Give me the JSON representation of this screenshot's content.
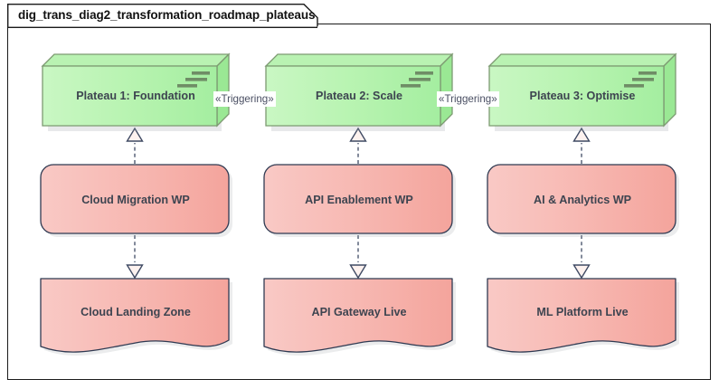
{
  "diagram": {
    "title": "dig_trans_diag2_transformation_roadmap_plateaus",
    "type": "archimate-transformation-roadmap",
    "background_color": "#ffffff",
    "frame_border_color": "#1a1a1a"
  },
  "palette": {
    "plateau_fill_light": "#c9f7c3",
    "plateau_fill_dark": "#a4eea0",
    "plateau_border": "#7d9a72",
    "plateau_top_face": "#b9f2b2",
    "plateau_side_face": "#9ae894",
    "workpackage_fill_light": "#f9c7c3",
    "workpackage_fill_dark": "#f4a49c",
    "workpackage_border": "#2f3a52",
    "deliverable_fill_light": "#f9c7c3",
    "deliverable_fill_dark": "#f4a49c",
    "deliverable_border": "#2f3a52",
    "connector_color": "#3f4a63",
    "label_text_color": "#3d4450"
  },
  "plateaus": [
    {
      "label": "Plateau 1: Foundation",
      "icon": "plateau-layers-icon"
    },
    {
      "label": "Plateau 2: Scale",
      "icon": "plateau-layers-icon"
    },
    {
      "label": "Plateau 3: Optimise",
      "icon": "plateau-layers-icon"
    }
  ],
  "work_packages": [
    {
      "label": "Cloud Migration WP"
    },
    {
      "label": "API Enablement WP"
    },
    {
      "label": "AI & Analytics WP"
    }
  ],
  "deliverables": [
    {
      "label": "Cloud Landing Zone"
    },
    {
      "label": "API Gateway Live"
    },
    {
      "label": "ML Platform Live"
    }
  ],
  "relationships": {
    "triggering_labels": [
      "«Triggering»",
      "«Triggering»"
    ],
    "realization_count": 6,
    "realization_style": "dashed-line-hollow-triangle"
  }
}
